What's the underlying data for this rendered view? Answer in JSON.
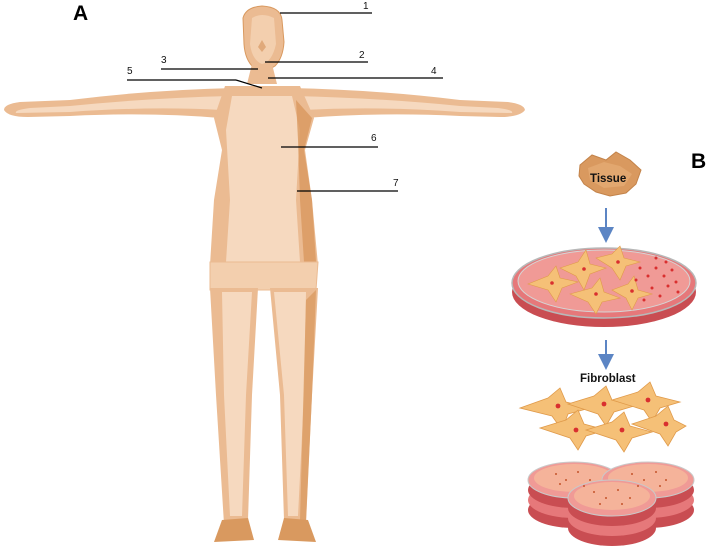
{
  "panels": {
    "a_label": "A",
    "b_label": "B"
  },
  "callouts": [
    "1",
    "2",
    "3",
    "4",
    "5",
    "6",
    "7"
  ],
  "flow": {
    "source_label": "Tissue",
    "cell_label": "Fibroblast"
  },
  "colors": {
    "skin_light": "#f6d9bf",
    "skin_mid": "#ebbb92",
    "skin_dark": "#d9995f",
    "arrow": "#5c85c4",
    "dish_media": "#e6787a",
    "dish_rim": "#c94d52",
    "cell_fill": "#f5c077",
    "nucleus": "#d92f2f"
  }
}
